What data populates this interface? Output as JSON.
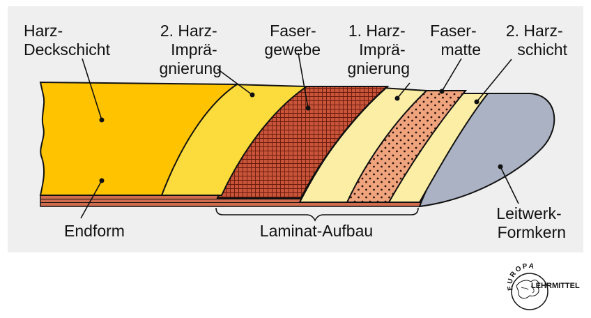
{
  "labels": {
    "harz_deckschicht": [
      "Harz-",
      "Deckschicht"
    ],
    "impraegnierung_2": [
      "2. Harz-",
      "Imprä-",
      "gnierung"
    ],
    "fasergewebe": [
      "Faser-",
      "gewebe"
    ],
    "impraegnierung_1": [
      "1. Harz-",
      "Imprä-",
      "gnierung"
    ],
    "fasermatte": [
      "Faser-",
      "matte"
    ],
    "harzschicht_2": [
      "2. Harz-",
      "schicht"
    ],
    "endform": "Endform",
    "laminat_aufbau": "Laminat-Aufbau",
    "leitwerk_formkern": [
      "Leitwerk-",
      "Formkern"
    ]
  },
  "logo": {
    "top": "EUROPA",
    "bottom": "LEHRMITTEL"
  },
  "colors": {
    "background": "#efefef",
    "deckschicht": "#ffc300",
    "impraegnierung": "#fcdc3c",
    "fasergewebe": "#c8553a",
    "impraegnierung_light": "#fdeea6",
    "fasermatte": "#f0a47e",
    "formkern": "#aab2c3",
    "endform_band": "#d06c4d"
  }
}
